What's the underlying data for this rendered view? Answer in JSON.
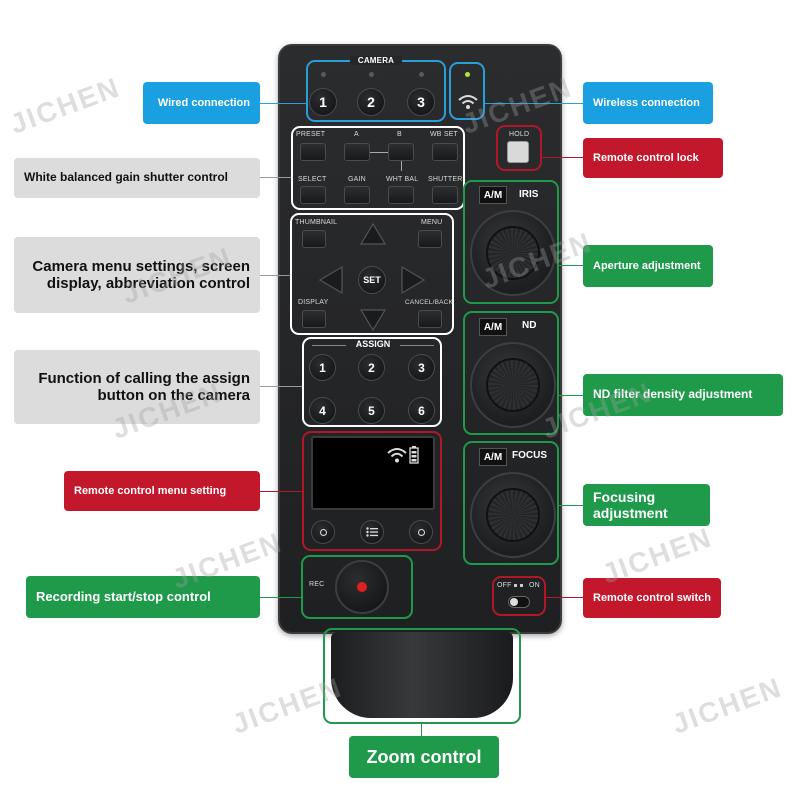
{
  "device": {
    "camera_label": "CAMERA",
    "camera_buttons": [
      "1",
      "2",
      "3"
    ],
    "wb_keys_top": [
      "PRESET",
      "A",
      "B",
      "WB SET"
    ],
    "wb_keys_bottom": [
      "SELECT",
      "GAIN",
      "WHT BAL",
      "SHUTTER"
    ],
    "menu_labels": {
      "thumbnail": "THUMBNAIL",
      "menu": "MENU",
      "set": "SET",
      "display": "DISPLAY",
      "cancel_back": "CANCEL/BACK"
    },
    "assign_label": "ASSIGN",
    "assign_buttons": [
      "1",
      "2",
      "3",
      "4",
      "5",
      "6"
    ],
    "hold_label": "HOLD",
    "am_label": "A/M",
    "dials": [
      "IRIS",
      "ND",
      "FOCUS"
    ],
    "rec_label": "REC",
    "switch_labels": {
      "off": "OFF",
      "on": "ON"
    }
  },
  "callouts": {
    "wired": "Wired connection",
    "wireless": "Wireless connection",
    "white_balance": "White balanced gain shutter control",
    "remote_lock": "Remote control lock",
    "camera_menu": "Camera menu settings, screen display, abbreviation control",
    "aperture": "Aperture adjustment",
    "assign": "Function of calling the assign button on the camera",
    "nd_filter": "ND filter density adjustment",
    "remote_menu": "Remote control menu setting",
    "focusing": "Focusing adjustment",
    "recording": "Recording start/stop control",
    "remote_switch": "Remote control switch",
    "zoom": "Zoom control"
  },
  "watermark": "JICHEN",
  "colors": {
    "blue": "#1aa0e0",
    "red": "#c3182b",
    "green": "#1f9a4a",
    "gray": "#dcdcdc",
    "device": "#242527"
  }
}
